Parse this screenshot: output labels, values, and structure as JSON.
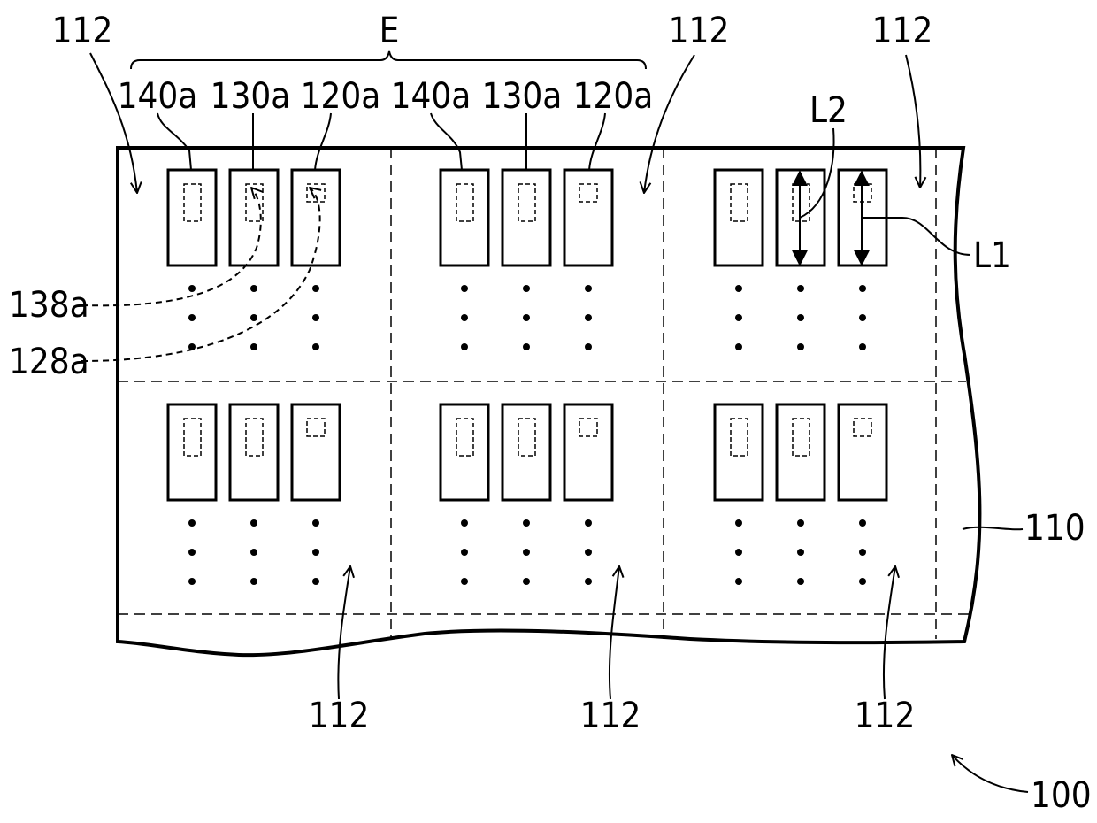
{
  "labels": {
    "region_e": "E",
    "unit_112": "112",
    "substrate_110": "110",
    "wafer_100": "100",
    "chip_140a": "140a",
    "chip_130a": "130a",
    "chip_120a": "120a",
    "pad_138a": "138a",
    "pad_128a": "128a",
    "length_l1": "L1",
    "length_l2": "L2"
  }
}
